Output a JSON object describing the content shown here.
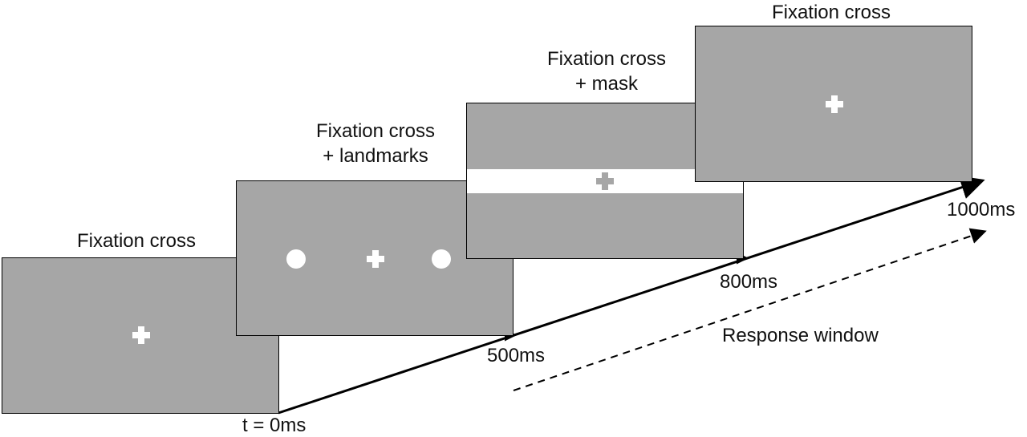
{
  "colors": {
    "screen": "#a6a6a6",
    "stimulus": "#ffffff",
    "mask_cross": "#a6a6a6",
    "lines": "#000000"
  },
  "screens": [
    {
      "id": "fixation-1",
      "title_lines": [
        "Fixation cross"
      ]
    },
    {
      "id": "landmarks",
      "title_lines": [
        "Fixation cross",
        "+ landmarks"
      ]
    },
    {
      "id": "mask",
      "title_lines": [
        "Fixation cross",
        "+ mask"
      ]
    },
    {
      "id": "fixation-2",
      "title_lines": [
        "Fixation cross"
      ]
    }
  ],
  "timeline": {
    "start": "t = 0ms",
    "ticks": [
      "500ms",
      "800ms",
      "1000ms"
    ]
  },
  "response_window": "Response window"
}
